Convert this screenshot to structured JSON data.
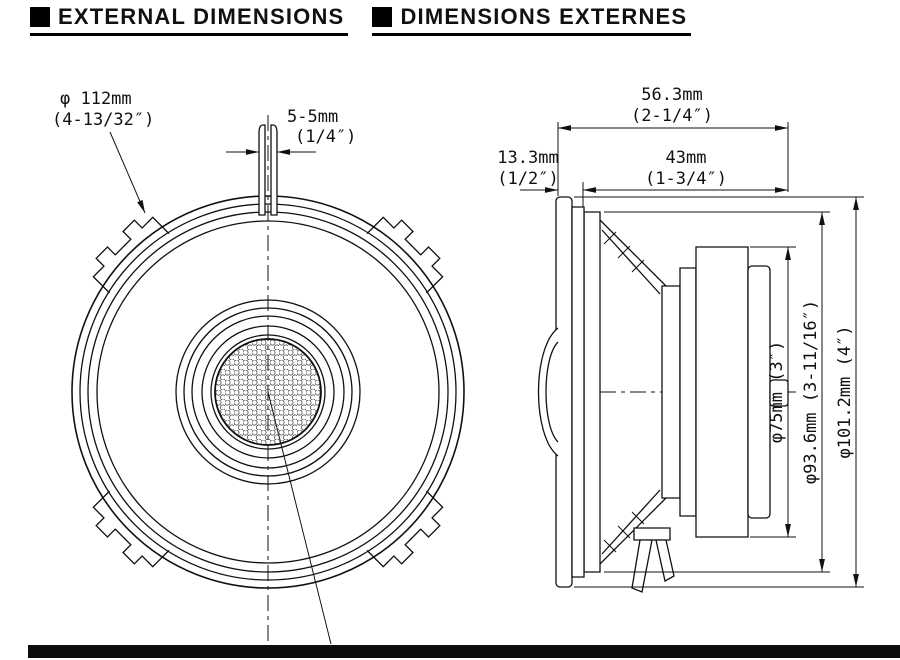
{
  "colors": {
    "ink": "#111111"
  },
  "header": {
    "title_en": "EXTERNAL DIMENSIONS",
    "title_fr": "DIMENSIONS EXTERNES"
  },
  "front_view": {
    "mounting_diameter_mm": "φ 112mm",
    "mounting_diameter_in": "(4-13/32″)",
    "clip_width_mm": "5-5mm",
    "clip_width_in": "(1/4″)"
  },
  "side_view": {
    "total_depth_mm": "56.3mm",
    "total_depth_in": "(2-1/4″)",
    "flange_depth_mm": "13.3mm",
    "flange_depth_in": "(1/2″)",
    "body_depth_mm": "43mm",
    "body_depth_in": "(1-3/4″)",
    "magnet_diameter": "φ75mm (3″)",
    "frame_diameter": "φ93.6mm (3-11/16″)",
    "overall_diameter": "φ101.2mm (4″)"
  }
}
